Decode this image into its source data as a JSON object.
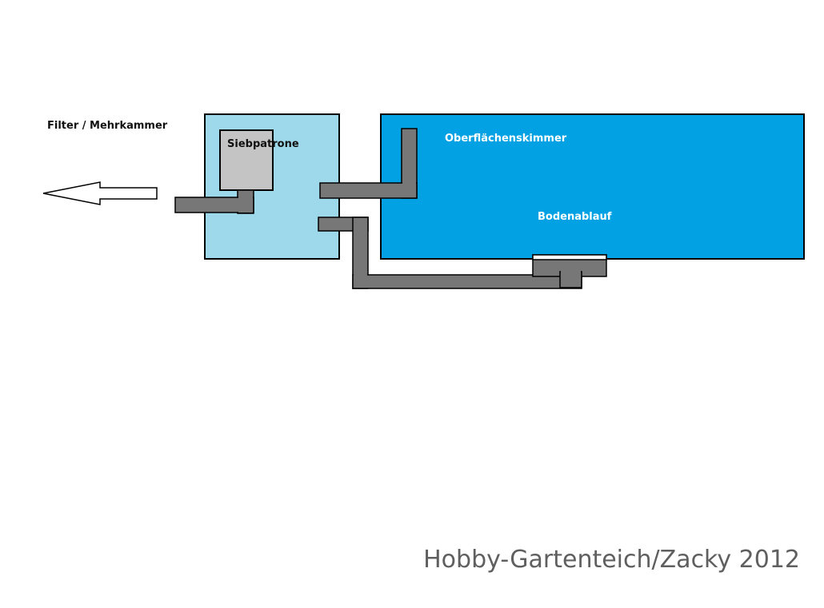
{
  "labels": {
    "filter": "Filter / Mehrkammer",
    "cartridge": "Siebpatrone",
    "skimmer": "Oberflächenskimmer",
    "drain": "Bodenablauf"
  },
  "watermark": "Hobby-Gartenteich/Zacky 2012",
  "colors": {
    "filter_box": "#9dd9ea",
    "pond": "#01a1e3",
    "cartridge": "#c4c4c4",
    "pipe": "#777777",
    "outline": "#000000",
    "background": "#ffffff"
  },
  "icons": {
    "outflow_arrow": "arrow-left-icon"
  }
}
